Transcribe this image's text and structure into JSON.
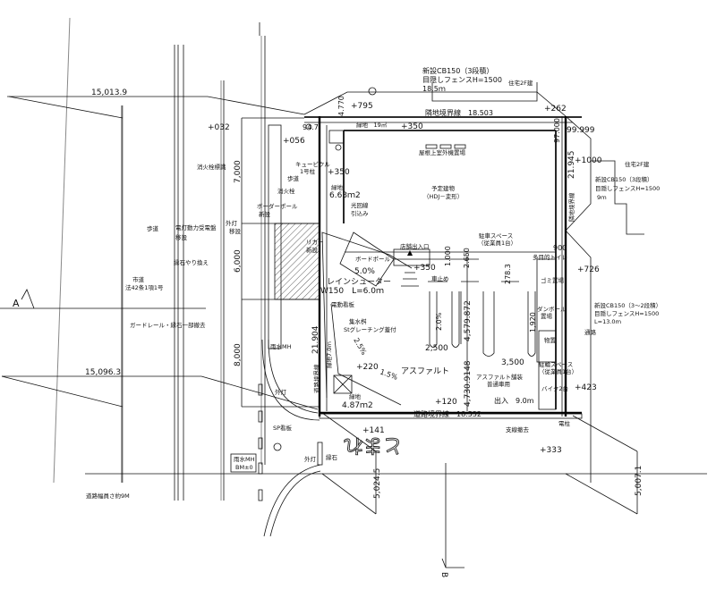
{
  "drawing": {
    "section_marks": {
      "a": "A",
      "b": "B"
    },
    "dimensions": {
      "top_width": "15,013.9",
      "bottom_width": "15,096.3",
      "dim_7000": "7,000",
      "dim_6000": "6,000",
      "dim_8000": "8,000",
      "boundary_left": "21.904",
      "boundary_right": "21.945",
      "boundary_top": "隣地境界線　18.503",
      "boundary_bottom": "道路境界線　18.532",
      "diag_top_left": "4.770",
      "diag_top_right": "97.000",
      "corner_right": "99.999",
      "corner_left": "94.7",
      "road_left": "5,024.5",
      "road_right": "5,007.1",
      "stall_depth": "4,579.872",
      "aisle": "4,730.9148",
      "stall_width": "2,500",
      "stall_width2": "3,500",
      "dim_1000": "1.000",
      "dim_2650": "2.650",
      "dim_278": "278.3",
      "dim_900": "900",
      "dim_1920": "1,920",
      "entrance": "出入　9.0m"
    },
    "levels": [
      "+795",
      "+262",
      "+032",
      "+056",
      "+350",
      "+350",
      "+350",
      "+1000",
      "+726",
      "+220",
      "+423",
      "+120",
      "+141",
      "+333"
    ],
    "notes": {
      "fence_top_1": "新設CB150（3段積）",
      "fence_top_2": "目隠しフェンスH=1500",
      "fence_top_3": "18.5ｍ",
      "house_top": "住宅2F建",
      "house_right": "住宅2F建",
      "fence_right_1": "新設CB150（3段積）",
      "fence_right_2": "目隠しフェンスH=1500",
      "fence_right_3": "9ｍ",
      "fence_lower_1": "新設CB150（3〜2段積）",
      "fence_lower_2": "目隠しフェンスH=1500",
      "fence_lower_3": "L=13.0ｍ",
      "passage": "通路",
      "green_top": "緑地　19㎡",
      "outdoor_unit": "屋根上室外機置場",
      "building_1": "予定建物",
      "building_2": "（HDJ－変形）",
      "boundary_right_label": "隣地境界線",
      "hydrant_sign": "消火栓標識",
      "hydrant": "消火栓",
      "sidewalk_1": "歩道",
      "sidewalk_2": "歩道",
      "cubicle_1": "キュービクル",
      "cubicle_2": "1号柱",
      "green_left_1": "緑地",
      "green_left_2": "6.63ｍ2",
      "fiber_1": "光回線",
      "fiber_2": "引込み",
      "bollard_1": "ボーダーポール",
      "bollard_2": "新設",
      "light_move_1": "外灯",
      "light_move_2": "移設",
      "panel_1": "電灯動力受電盤",
      "panel_2": "移設",
      "city_road_1": "市道",
      "city_road_2": "法42条1項1号",
      "curb_replace": "縁石やり換え",
      "guardrail": "ガードレール・縁石一部撤去",
      "storm_mh": "雨水MH",
      "road_boundary_v": "道路境界線",
      "green_strip": "緑地7.0ｍ",
      "catch_basin_1": "集水桝",
      "catch_basin_2": "Stグレーチング蓋付",
      "sign_board": "電動看板",
      "rain_shooter_1": "レインシューター",
      "rain_shooter_2": "W150　L=6.0ｍ",
      "slope_5": "5.0%",
      "slope_25": "2.5%",
      "slope_15": "1.5%",
      "slope_20": "2.0%",
      "liquor_1": "リカー",
      "liquor_2": "新設",
      "board_pole": "ボードポール",
      "asphalt": "アスファルト",
      "green_bottom_1": "緑地",
      "green_bottom_2": "4.87ｍ2",
      "store_entrance": "店舗出入口",
      "staff_parking_1": "駐車スペース",
      "staff_parking_2": "（従業員1台）",
      "toilet": "多目的トイレ",
      "garbage": "ゴミ置場",
      "cardboard_1": "ダンボール",
      "cardboard_2": "置場",
      "car_stop": "車止め",
      "storage": "物置",
      "bicycle_1": "駐輪スペース",
      "bicycle_2": "（従業員1台）",
      "bike": "バイク2台",
      "asphalt_paving_1": "アスファルト舗装",
      "asphalt_paving_2": "普通車用",
      "guy_wire": "支線撤去",
      "pole": "電柱",
      "light_bottom": "外灯",
      "sp_sign": "SP看板",
      "storm_mh_2": "雨水MH",
      "bm": "BM±0",
      "light_road": "外灯",
      "curb": "縁石",
      "road_height": "道路幅員さ約9M",
      "road_marking": "とまれ"
    }
  }
}
